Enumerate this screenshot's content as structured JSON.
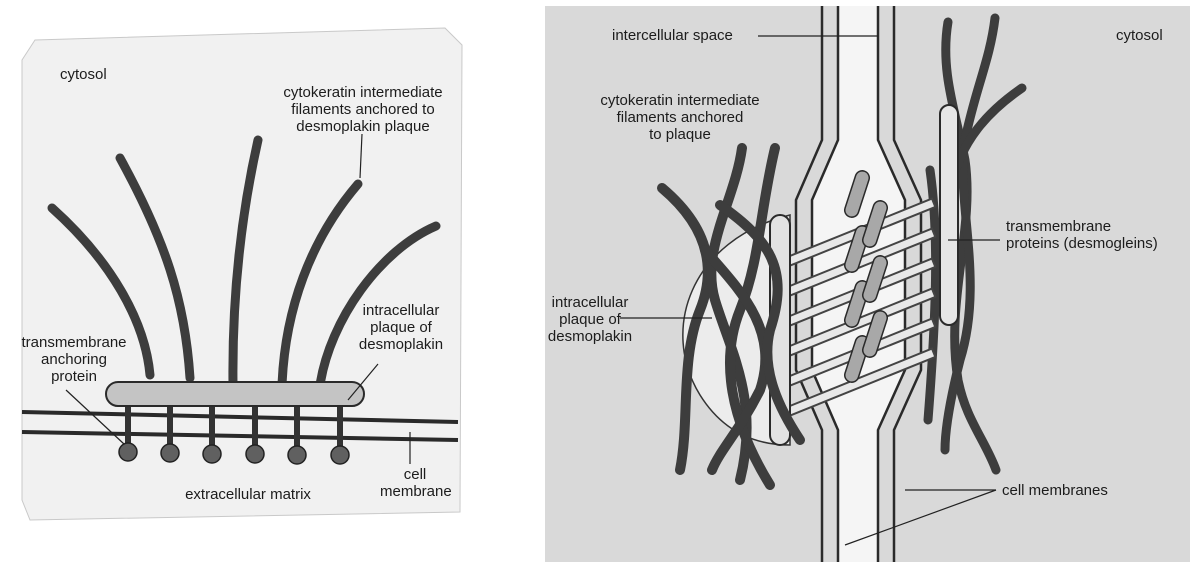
{
  "left_panel": {
    "labels": {
      "cytosol": "cytosol",
      "cytokeratin_line1": "cytokeratin intermediate",
      "cytokeratin_line2": "filaments anchored to",
      "cytokeratin_line3": "desmoplakin plaque",
      "plaque_line1": "intracellular",
      "plaque_line2": "plaque of",
      "plaque_line3": "desmoplakin",
      "transmembrane_line1": "transmembrane",
      "transmembrane_line2": "anchoring",
      "transmembrane_line3": "protein",
      "extracellular": "extracellular matrix",
      "cell_membrane_line1": "cell",
      "cell_membrane_line2": "membrane"
    }
  },
  "right_panel": {
    "labels": {
      "intercellular": "intercellular space",
      "cytosol": "cytosol",
      "cytokeratin_line1": "cytokeratin intermediate",
      "cytokeratin_line2": "filaments anchored",
      "cytokeratin_line3": "to plaque",
      "transmembrane_line1": "transmembrane",
      "transmembrane_line2": "proteins (desmogleins)",
      "plaque_line1": "intracellular",
      "plaque_line2": "plaque of",
      "plaque_line3": "desmoplakin",
      "cell_membranes": "cell membranes"
    }
  },
  "colors": {
    "filament": "#3d3d3d",
    "plaque_fill": "#c4c4c4",
    "membrane": "#2a2a2a",
    "panel_bg_left": "#f1f1f1",
    "panel_bg_right": "#d9d9d9",
    "intercellular": "#f5f5f5",
    "text": "#1c1c1c"
  }
}
